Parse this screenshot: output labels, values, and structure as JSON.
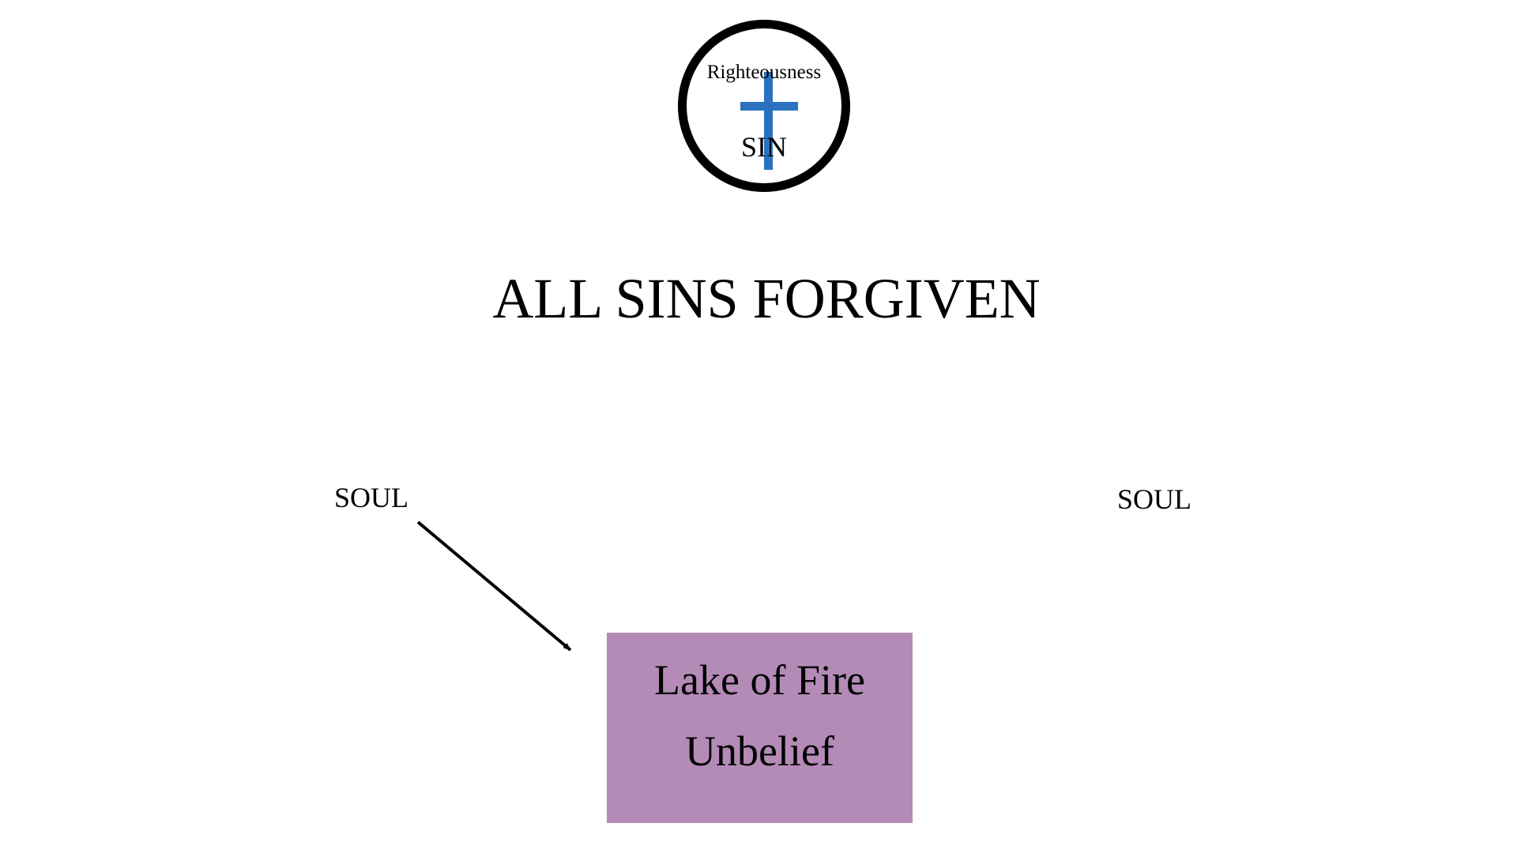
{
  "top_symbol": {
    "upper_label": "Righteousness",
    "lower_label": "SIN",
    "cross_color": "#2a72c0",
    "ring_color": "#000000"
  },
  "heading": "ALL SINS FORGIVEN",
  "souls": {
    "left_label": "SOUL",
    "right_label": "SOUL"
  },
  "lake_box": {
    "title": "Lake of Fire",
    "subtitle": "Unbelief",
    "fill_color": "#b48bb7"
  },
  "arrow": {
    "from": "left-soul",
    "to": "lake-box"
  }
}
